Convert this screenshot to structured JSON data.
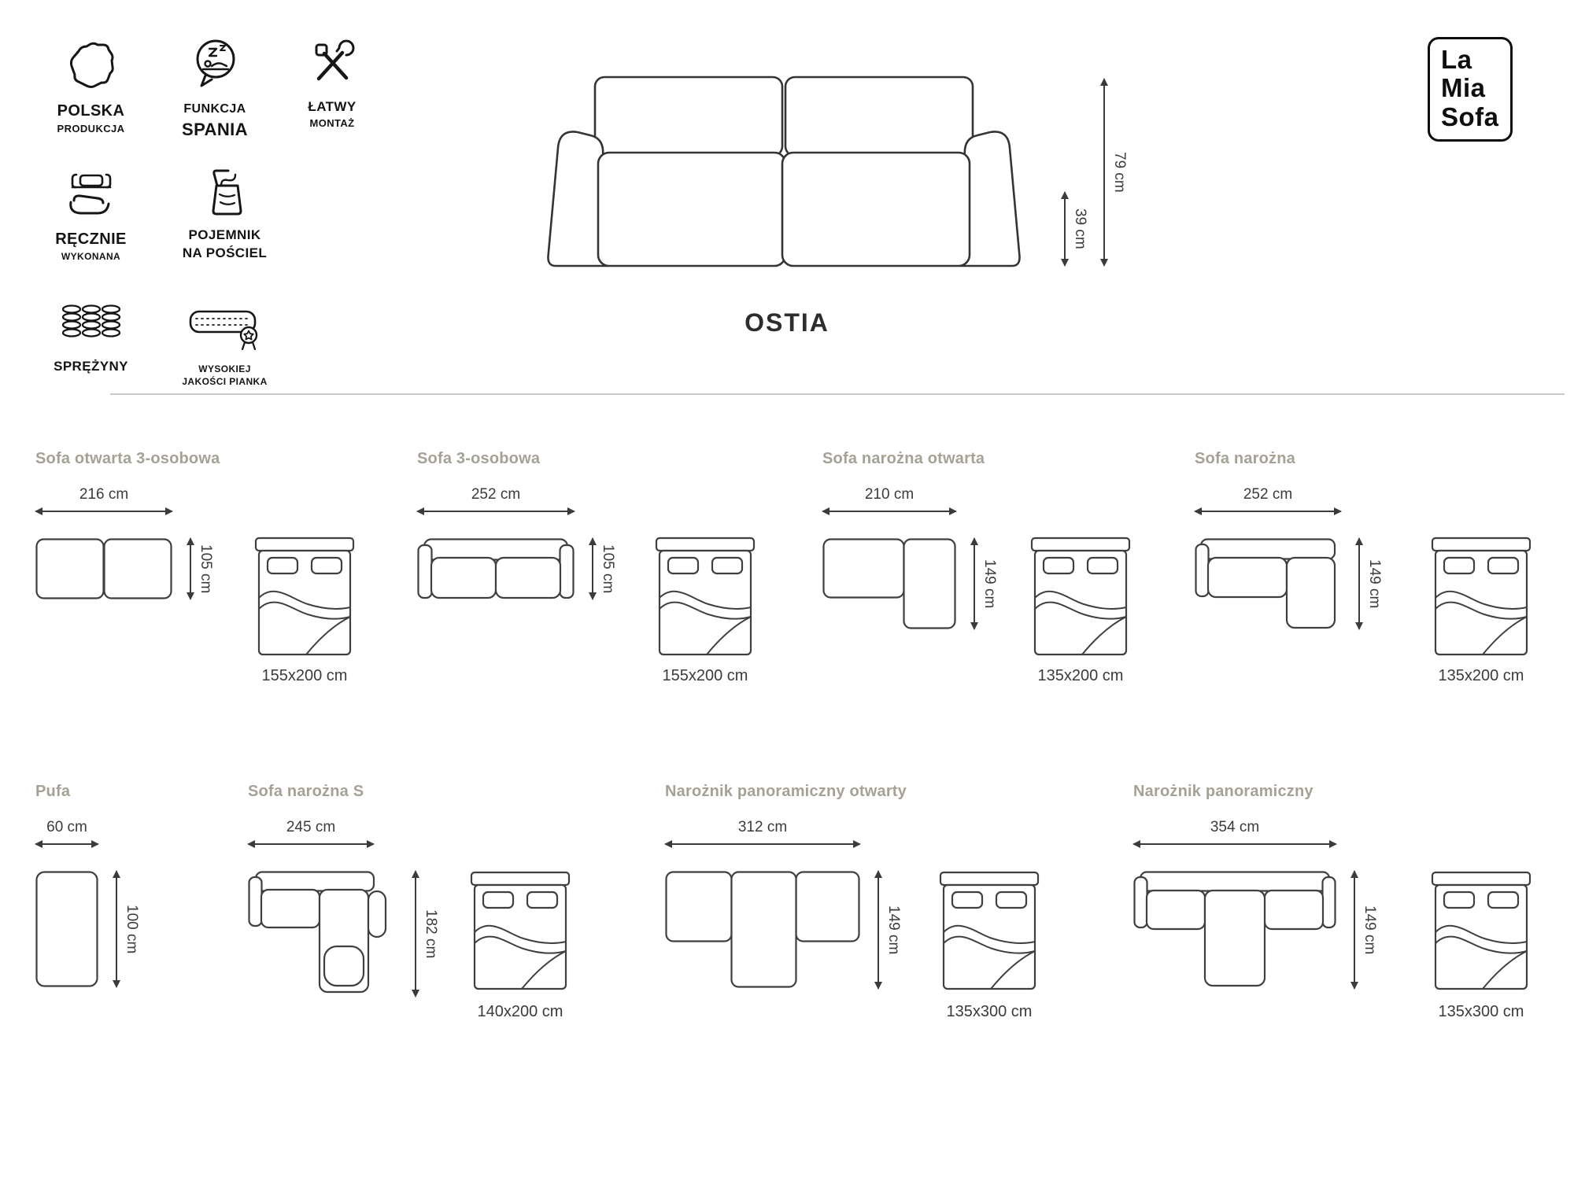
{
  "colors": {
    "line": "#3f3f3f",
    "variant_label": "#a5a195",
    "dimension_text": "#3b3b3b",
    "divider": "#c9c9c6",
    "background": "#ffffff"
  },
  "brand": {
    "name": "La Mia Sofa",
    "line1": "La",
    "line2": "Mia",
    "line3": "Sofa"
  },
  "product": {
    "title": "OSTIA"
  },
  "features": [
    {
      "line1": "POLSKA",
      "line2": "PRODUKCJA"
    },
    {
      "line1": "FUNKCJA",
      "line2": "SPANIA"
    },
    {
      "line1": "ŁATWY",
      "line2": "MONTAŻ"
    },
    {
      "line1": "RĘCZNIE",
      "line2": "WYKONANA"
    },
    {
      "line1": "POJEMNIK",
      "line2": "NA POŚCIEL"
    },
    {
      "line1": "SPRĘŻYNY"
    },
    {
      "line1": "WYSOKIEJ",
      "line2": "JAKOŚCI PIANKA"
    }
  ],
  "main_sofa": {
    "total_height": "79 cm",
    "seat_height": "39 cm"
  },
  "variants": [
    {
      "name": "Sofa otwarta 3-osobowa",
      "width": "216 cm",
      "depth": "105 cm",
      "bed_size": "155x200 cm"
    },
    {
      "name": "Sofa 3-osobowa",
      "width": "252 cm",
      "depth": "105 cm",
      "bed_size": "155x200 cm"
    },
    {
      "name": "Sofa narożna otwarta",
      "width": "210 cm",
      "depth": "149 cm",
      "bed_size": "135x200 cm"
    },
    {
      "name": "Sofa narożna",
      "width": "252 cm",
      "depth": "149 cm",
      "bed_size": "135x200 cm"
    },
    {
      "name": "Pufa",
      "width": "60 cm",
      "depth": "100 cm"
    },
    {
      "name": "Sofa narożna S",
      "width": "245 cm",
      "depth": "182 cm",
      "bed_size": "140x200 cm"
    },
    {
      "name": "Narożnik panoramiczny otwarty",
      "width": "312 cm",
      "depth": "149 cm",
      "bed_size": "135x300 cm"
    },
    {
      "name": "Narożnik panoramiczny",
      "width": "354 cm",
      "depth": "149 cm",
      "bed_size": "135x300 cm"
    }
  ]
}
